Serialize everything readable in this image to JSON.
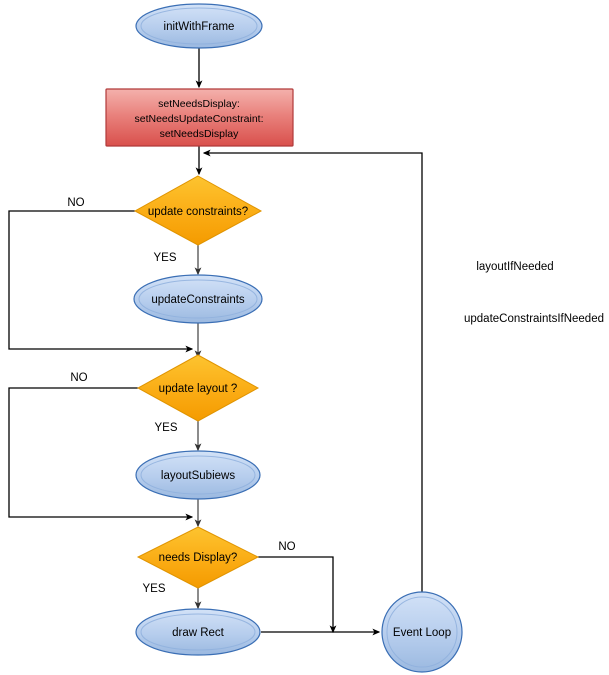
{
  "diagram": {
    "title": "UIView layout and drawing cycle flowchart",
    "colors": {
      "start_node_fill_top": "#cfe0f5",
      "start_node_fill_bottom": "#9dbbe2",
      "start_node_stroke": "#3b6fb5",
      "process_box_fill_top": "#f2a9a4",
      "process_box_fill_bottom": "#d9504c",
      "process_box_stroke": "#b03a3a",
      "decision_fill_top": "#fbc02d",
      "decision_fill_bottom": "#f59f00",
      "decision_stroke": "#e09400",
      "connector": "#000000",
      "background": "#ffffff"
    },
    "nodes": {
      "init": {
        "label": "initWithFrame",
        "shape": "ellipse"
      },
      "set_needs": {
        "shape": "rectangle",
        "lines": [
          "setNeedsDisplay:",
          "setNeedsUpdateConstraint:",
          "setNeedsDisplay"
        ]
      },
      "update_constraints_decision": {
        "label": "update constraints?",
        "shape": "diamond"
      },
      "update_constraints": {
        "label": "updateConstraints",
        "shape": "ellipse"
      },
      "update_layout_decision": {
        "label": "update layout ?",
        "shape": "diamond"
      },
      "layout_subviews": {
        "label": "layoutSubiews",
        "shape": "ellipse"
      },
      "needs_display_decision": {
        "label": "needs Display?",
        "shape": "diamond"
      },
      "draw_rect": {
        "label": "draw Rect",
        "shape": "ellipse"
      },
      "event_loop": {
        "label": "Event Loop",
        "shape": "circle"
      }
    },
    "edge_labels": {
      "no_constraints": "NO",
      "yes_constraints": "YES",
      "no_layout": "NO",
      "yes_layout": "YES",
      "no_display": "NO",
      "yes_display": "YES"
    },
    "annotations": {
      "layout_if_needed": "layoutIfNeeded",
      "update_constraints_if_needed": "updateConstraintsIfNeeded"
    }
  }
}
